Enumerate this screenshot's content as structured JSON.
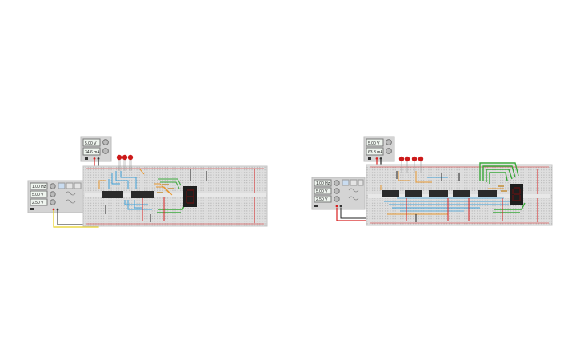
{
  "left_circuit": {
    "power_supply": {
      "voltage": "5.00 V",
      "current": "34.6 mA"
    },
    "function_generator": {
      "frequency": "1.00 Hz",
      "amplitude": "5.00 V",
      "offset": "2.50 V"
    },
    "leds": 3,
    "chips": 2,
    "display": "seven-segment"
  },
  "right_circuit": {
    "power_supply": {
      "voltage": "5.00 V",
      "current": "63.3 mA"
    },
    "function_generator": {
      "frequency": "1.00 Hz",
      "amplitude": "5.00 V",
      "offset": "2.50 V"
    },
    "leds": 4,
    "chips": 5,
    "display": "seven-segment"
  },
  "colors": {
    "breadboard": "#dedede",
    "panel": "#d4d4d4",
    "red_rail": "#d82020",
    "wire_blue": "#3ea0d8",
    "wire_green": "#3aa83a",
    "wire_orange": "#e89830",
    "wire_yellow": "#e8d020",
    "chip": "#2b2b2b",
    "display": "#1e1e1e",
    "led": "#cc1a1a"
  }
}
